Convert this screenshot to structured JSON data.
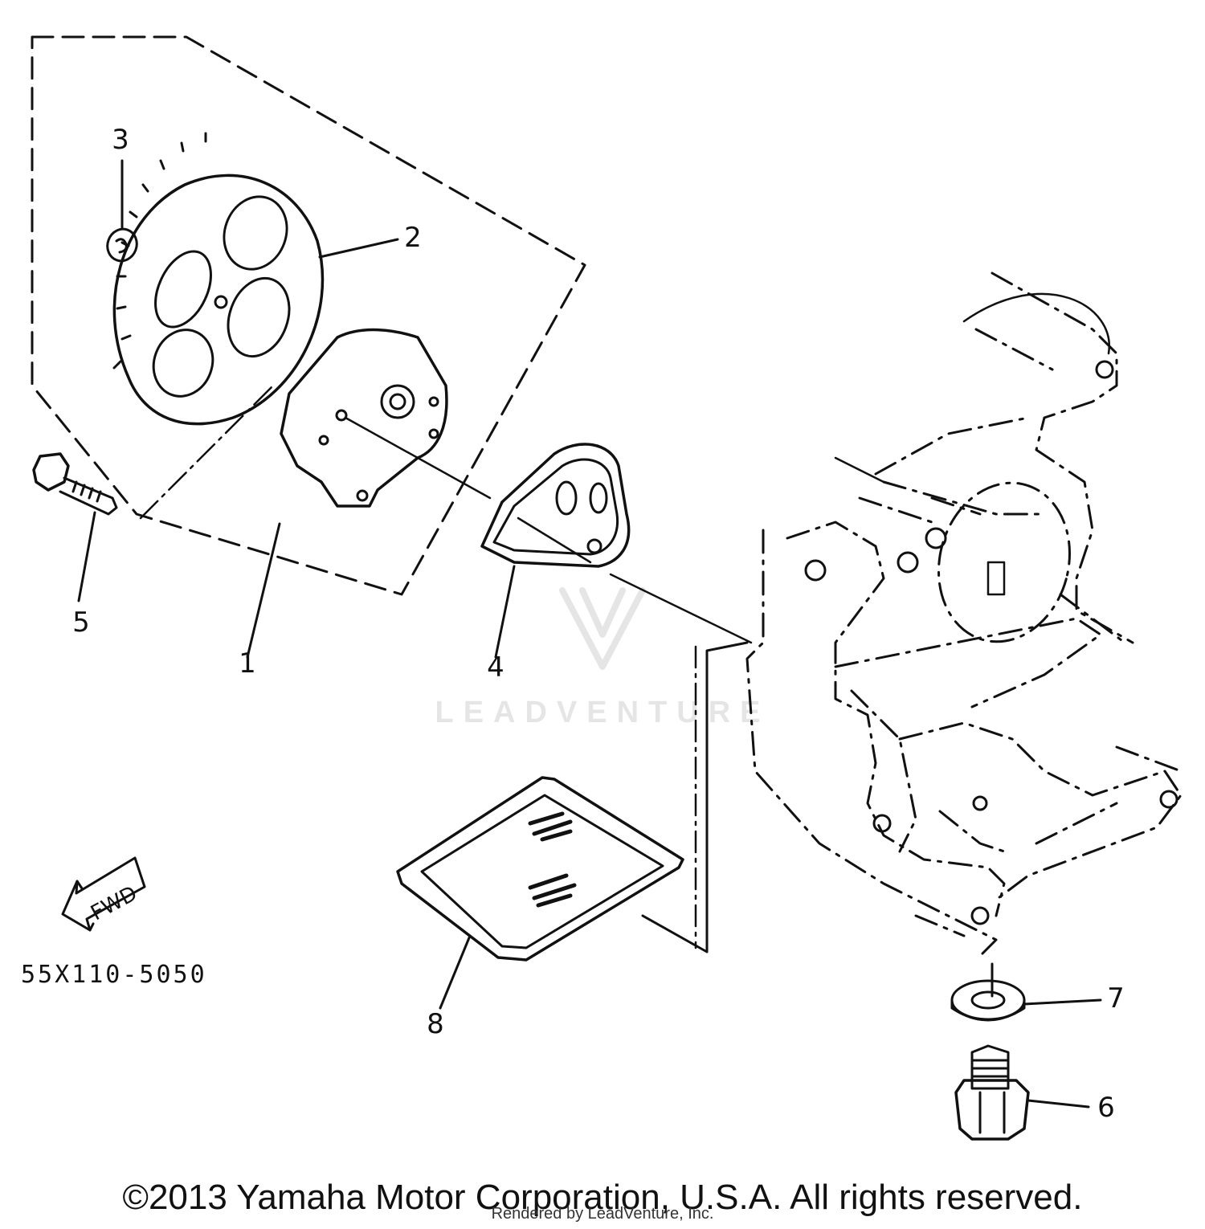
{
  "diagram": {
    "callouts": [
      {
        "id": "1",
        "label": "1"
      },
      {
        "id": "2",
        "label": "2"
      },
      {
        "id": "3",
        "label": "3"
      },
      {
        "id": "4",
        "label": "4"
      },
      {
        "id": "5",
        "label": "5"
      },
      {
        "id": "6",
        "label": "6"
      },
      {
        "id": "7",
        "label": "7"
      },
      {
        "id": "8",
        "label": "8"
      }
    ],
    "direction_arrow": "FWD",
    "part_code": "55X110-5050",
    "copyright": "©2013 Yamaha Motor Corporation, U.S.A. All rights reserved.",
    "rendered_by": "Rendered by LeadVenture, Inc.",
    "watermark": "LEADVENTURE"
  },
  "colors": {
    "ink": "#111111",
    "background": "#ffffff",
    "watermark": "#d8d8d8"
  }
}
